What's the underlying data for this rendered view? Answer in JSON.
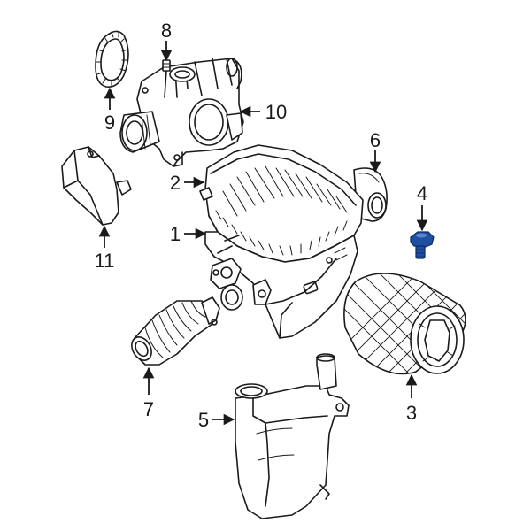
{
  "diagram": {
    "callouts": [
      {
        "id": "1",
        "label": "1"
      },
      {
        "id": "2",
        "label": "2"
      },
      {
        "id": "3",
        "label": "3"
      },
      {
        "id": "4",
        "label": "4"
      },
      {
        "id": "5",
        "label": "5"
      },
      {
        "id": "6",
        "label": "6"
      },
      {
        "id": "7",
        "label": "7"
      },
      {
        "id": "8",
        "label": "8"
      },
      {
        "id": "9",
        "label": "9"
      },
      {
        "id": "10",
        "label": "10"
      },
      {
        "id": "11",
        "label": "11"
      }
    ],
    "highlight_color": "#1f4fa0",
    "line_color": "#1a1a1a"
  }
}
